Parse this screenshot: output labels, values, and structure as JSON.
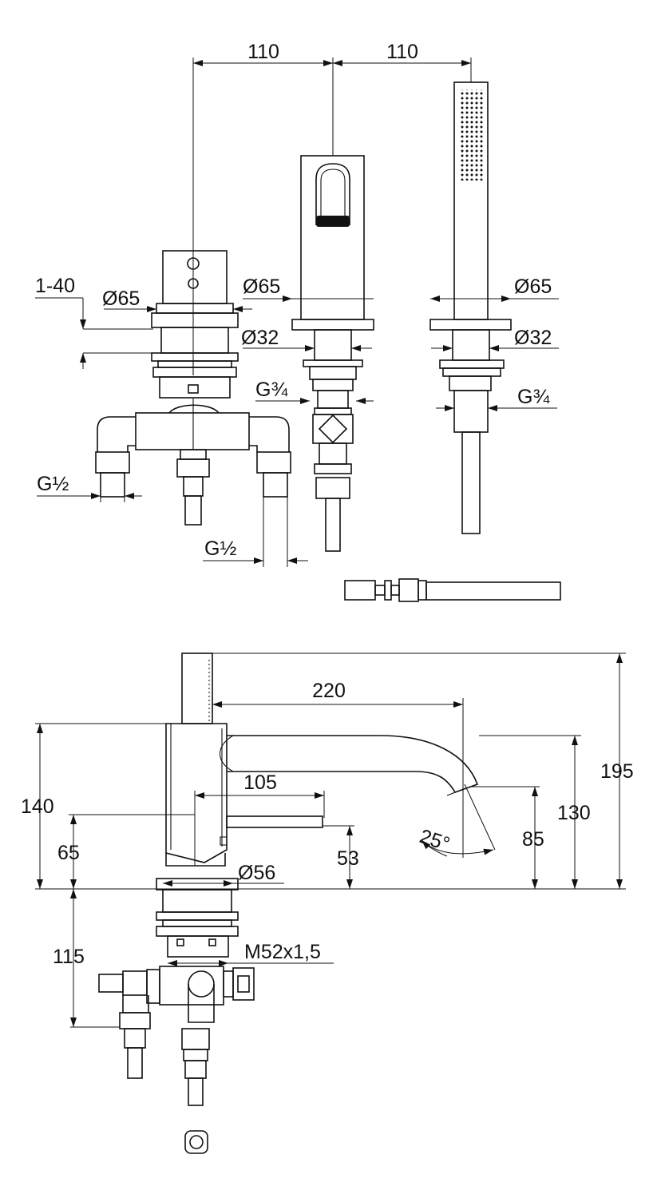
{
  "top_view": {
    "spacing_1": "110",
    "spacing_2": "110",
    "mixer_range": "1-40",
    "mixer_diameter": "Ø65",
    "mixer_inlet_left": "G½",
    "mixer_inlet_right": "G½",
    "spout_diameter": "Ø65",
    "spout_shank_diameter": "Ø32",
    "spout_thread": "G¾",
    "shower_diameter": "Ø65",
    "shower_shank_diameter": "Ø32",
    "shower_thread": "G¾"
  },
  "side_view": {
    "spout_reach": "220",
    "lever_length": "105",
    "total_height": "195",
    "mixer_height": "140",
    "spout_height": "130",
    "outlet_height": "85",
    "lever_height_left": "65",
    "lever_height_right": "53",
    "base_diameter": "Ø56",
    "thread": "M52x1,5",
    "below_deck_depth": "115",
    "spray_angle": "25°"
  }
}
